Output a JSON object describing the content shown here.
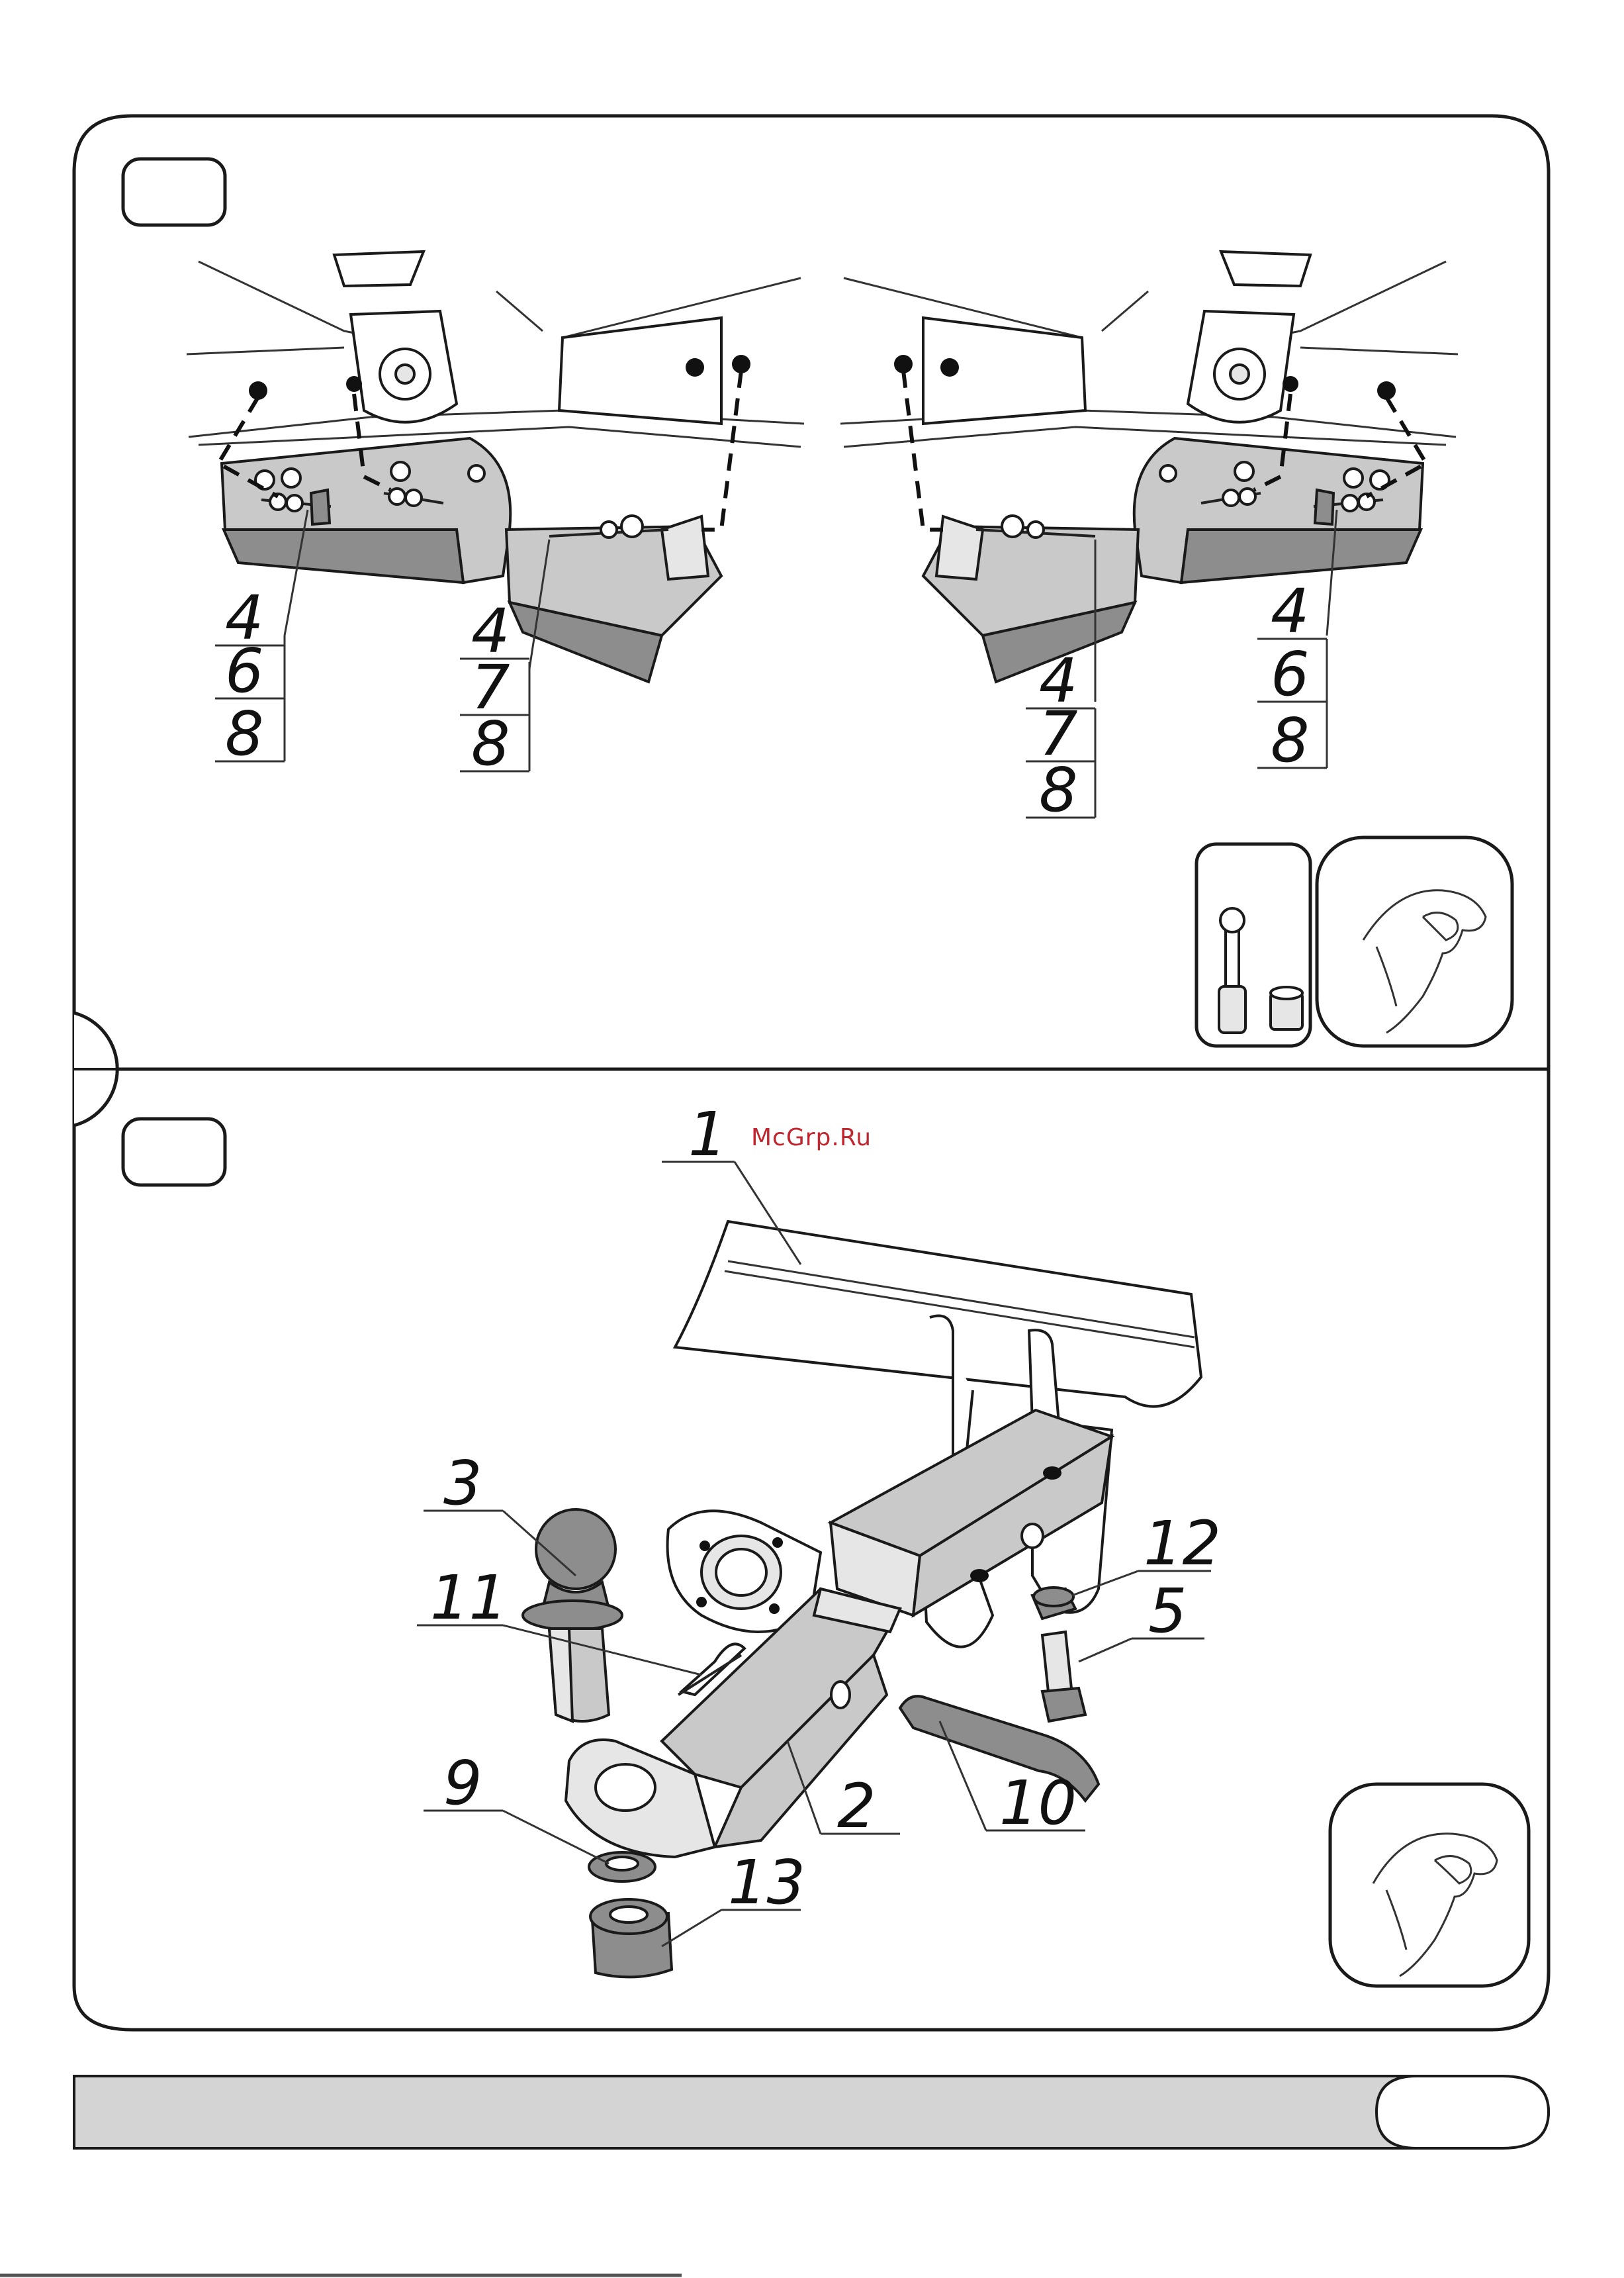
{
  "watermark": "McGrp.Ru",
  "step_top": {
    "callouts_left_outer": [
      "4",
      "6",
      "8"
    ],
    "callouts_left_inner": [
      "4",
      "7",
      "8"
    ],
    "callouts_right_inner": [
      "4",
      "7",
      "8"
    ],
    "callouts_right_outer": [
      "4",
      "6",
      "8"
    ]
  },
  "step_bottom": {
    "callouts": {
      "beam": "1",
      "hitch_bar": "2",
      "tow_ball": "3",
      "bolt": "5",
      "socket_plug": "9",
      "hitch_pin": "10",
      "cotter_pin": "11",
      "nut_small": "12",
      "nut_large": "13"
    }
  },
  "colors": {
    "line": "#1a1a1a",
    "part_fill": "#c9c9c9",
    "part_dark": "#8d8d8d",
    "footer_bar": "#d4d4d4",
    "watermark": "#c0262d"
  },
  "icons": [
    "socket-wrench-icon",
    "hand-tighten-icon"
  ]
}
